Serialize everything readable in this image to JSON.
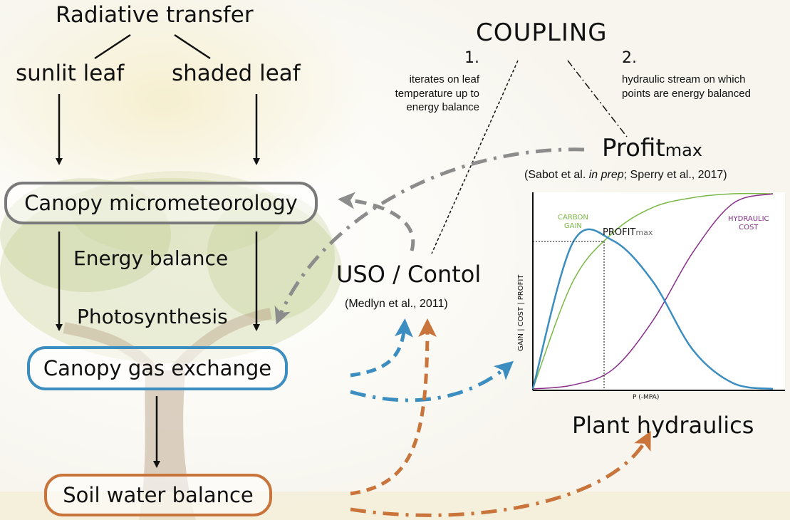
{
  "top": {
    "radiative_transfer": "Radiative transfer",
    "sunlit_leaf": "sunlit leaf",
    "shaded_leaf": "shaded leaf"
  },
  "left_column": {
    "canopy_micrometeorology": "Canopy micrometeorology",
    "energy_balance": "Energy balance",
    "photosynthesis": "Photosynthesis",
    "canopy_gas_exchange": "Canopy gas exchange",
    "soil_water_balance": "Soil water balance"
  },
  "coupling": {
    "title": "COUPLING",
    "item1_number": "1.",
    "item1_text_line1": "iterates on leaf",
    "item1_text_line2": "temperature up to",
    "item1_text_line3": "energy balance",
    "item2_number": "2.",
    "item2_text_line1": "hydraulic stream on which",
    "item2_text_line2": "points are energy balanced"
  },
  "uso": {
    "title": "USO / Contol",
    "citation": "(Medlyn et al., 2011)"
  },
  "profitmax": {
    "title_main": "Profit",
    "title_sub": "max",
    "citation_pre": "(Sabot et al. ",
    "citation_italic": "in prep",
    "citation_post": "; Sperry et al., 2017)"
  },
  "plant_hydraulics": "Plant hydraulics",
  "colors": {
    "grey": "#7a7a7a",
    "blue": "#3c8dc0",
    "orange": "#c9743b",
    "green": "#7ab846",
    "purple": "#86308a"
  },
  "chart_data": {
    "type": "line",
    "xlabel": "P (-MPA)",
    "ylabel": "GAIN | COST | PROFIT",
    "series": [
      {
        "name": "CARBON GAIN",
        "color": "#7ab846",
        "values": [
          0,
          0.55,
          0.8,
          0.93,
          0.98,
          1.0,
          1.0
        ]
      },
      {
        "name": "HYDRAULIC COST",
        "color": "#86308a",
        "values": [
          0,
          0.02,
          0.1,
          0.35,
          0.7,
          0.95,
          1.0
        ]
      },
      {
        "name": "PROFITmax",
        "color": "#3c8dc0",
        "values": [
          0,
          0.75,
          0.76,
          0.55,
          0.2,
          0.03,
          0.0
        ]
      }
    ],
    "annotations": {
      "carbon_gain_line1": "CARBON",
      "carbon_gain_line2": "GAIN",
      "hydraulic_cost_line1": "HYDRAULIC",
      "hydraulic_cost_line2": "COST",
      "profit_main": "PROFIT",
      "profit_sub": "max"
    },
    "axis_label_x": "P (-MPA)",
    "axis_label_y": "GAIN | COST | PROFIT",
    "grid": false
  }
}
